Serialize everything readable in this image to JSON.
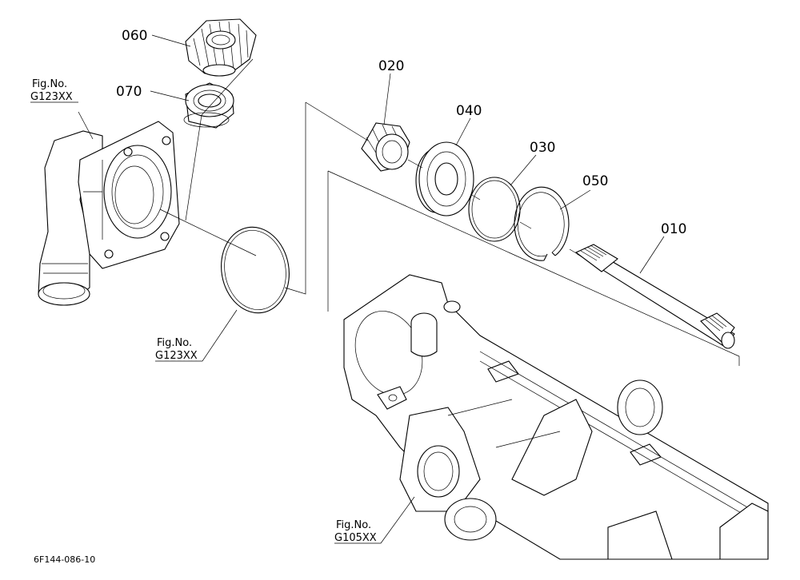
{
  "part_labels": {
    "p010": "010",
    "p020": "020",
    "p030": "030",
    "p040": "040",
    "p050": "050",
    "p060": "060",
    "p070": "070"
  },
  "figure_refs": {
    "ref_top_left": {
      "line1": "Fig.No.",
      "line2": "G123XX"
    },
    "ref_mid_left": {
      "line1": "Fig.No.",
      "line2": "G123XX"
    },
    "ref_bottom": {
      "line1": "Fig.No.",
      "line2": "G105XX"
    }
  },
  "drawing_code": "6F144-086-10"
}
